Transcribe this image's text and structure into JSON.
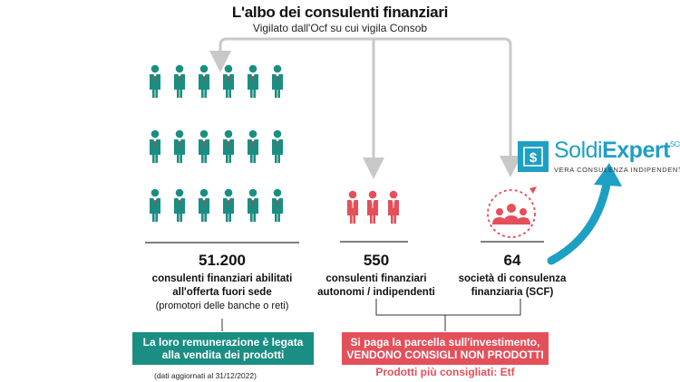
{
  "title": "L'albo dei consulenti finanziari",
  "subtitle": "Vigilato dall'Ocf su cui vigila Consob",
  "groups": [
    {
      "number": "51.200",
      "line1": "consulenti finanziari abilitati",
      "line2": "all'offerta fuori sede",
      "line3": "(promotori delle banche o reti)"
    },
    {
      "number": "550",
      "line1": "consulenti finanziari",
      "line2": "autonomi / indipendenti"
    },
    {
      "number": "64",
      "line1": "società di consulenza",
      "line2": "finanziaria (SCF)"
    }
  ],
  "green_box": {
    "line1": "La loro remunerazione è legata",
    "line2": "alla vendita dei prodotti"
  },
  "red_box": {
    "line1": "Si paga la parcella sull'investimento,",
    "line2": "VENDONO CONSIGLI NON PRODOTTI"
  },
  "note": "(dati aggiornati al 31/12/2022)",
  "etf_text": "Prodotti più consigliati: Etf",
  "logo": {
    "word1": "Soldi",
    "word2": "Expert",
    "sup": "SCF",
    "tagline": "VERA CONSULENZA INDIPENDENTE"
  },
  "colors": {
    "teal": "#1a8e82",
    "red": "#e4505a",
    "blue": "#1e9fc4",
    "gray": "#c8c8c8"
  }
}
